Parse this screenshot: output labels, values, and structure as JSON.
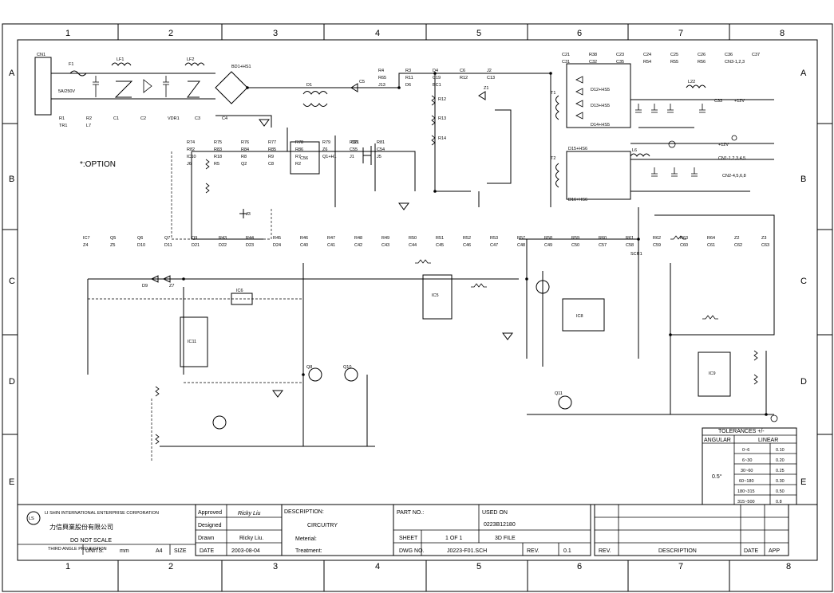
{
  "grid": {
    "columns": [
      "1",
      "2",
      "3",
      "4",
      "5",
      "6",
      "7",
      "8"
    ],
    "rows": [
      "A",
      "B",
      "C",
      "D",
      "E"
    ]
  },
  "note": "*:OPTION",
  "components": {
    "input": [
      "CN1",
      "F1",
      "5A/250V",
      "LF1",
      "LF2",
      "BD1+HS1",
      "R1",
      "R2",
      "C1",
      "C2",
      "VDR1",
      "C3",
      "C4",
      "TR1",
      "L7",
      "D1",
      "C5"
    ],
    "primary_control": [
      "R74",
      "R75",
      "R76",
      "R77",
      "R78",
      "R79",
      "R80",
      "R81",
      "R82",
      "R83",
      "R84",
      "R85",
      "R86",
      "Z6",
      "C56",
      "C55",
      "C54",
      "IC10",
      "R18",
      "C21",
      "R8",
      "R9",
      "R7",
      "Q1+H1",
      "J1",
      "J3",
      "J5",
      "J6",
      "R5",
      "Q2",
      "C8",
      "R2"
    ],
    "mid": [
      "R4",
      "R12",
      "R13",
      "R14",
      "R3",
      "Z1",
      "D4",
      "C6",
      "J2",
      "R65",
      "R11",
      "C19",
      "R12",
      "C13",
      "J13",
      "D6",
      "BC1"
    ],
    "output": [
      "C21",
      "R38",
      "D12+HS5",
      "D13+HS5",
      "D14+HS5",
      "T1",
      "T2",
      "L6",
      "L22",
      "C23",
      "C24",
      "C25",
      "C26",
      "C36",
      "C37",
      "D15+HS6",
      "D16+HS6",
      "C31",
      "C32",
      "C35",
      "R54",
      "R55",
      "R56",
      "C33",
      "+12V",
      "CN1-1,2,3,4,5",
      "+12V",
      "CN2-4,5,6,8",
      "CN3-1,2,3"
    ],
    "feedback": [
      "IC5",
      "IC6",
      "IC7",
      "IC8",
      "IC9",
      "IC11",
      "Q5",
      "Q6",
      "Q7",
      "Q8",
      "Q9",
      "Q10",
      "Q11",
      "SCR1",
      "R43",
      "R44",
      "R45",
      "R46",
      "R47",
      "R48",
      "R49",
      "R50",
      "R51",
      "R52",
      "R53",
      "R57",
      "R58",
      "R59",
      "R60",
      "R61",
      "R62",
      "R63",
      "R64",
      "Z2",
      "Z3",
      "Z4",
      "Z5",
      "Z7",
      "D9",
      "D10",
      "D11",
      "D21",
      "D22",
      "D23",
      "D24",
      "C40",
      "C41",
      "C42",
      "C43",
      "C44",
      "C45",
      "C46",
      "C47",
      "C48",
      "C49",
      "C50",
      "C57",
      "C58",
      "C59",
      "C60",
      "C61",
      "C62",
      "C63"
    ]
  },
  "tolerances": {
    "title": "TOLERANCES +/-",
    "headers": [
      "ANGULAR",
      "LINEAR"
    ],
    "angular_value": "0.5°",
    "rows": [
      [
        "0~6",
        "0.10"
      ],
      [
        "6~30",
        "0.20"
      ],
      [
        "30~60",
        "0.25"
      ],
      [
        "60~180",
        "0.30"
      ],
      [
        "180~315",
        "0.50"
      ],
      [
        "315~500",
        "0.8"
      ]
    ]
  },
  "title_block": {
    "company_en": "LI SHIN INTERNATIONAL ENTERPRISE CORPORATION",
    "company_zh": "力信興業股份有限公司",
    "third_angle": "THIRD ANGLE PROJECTION",
    "do_not_scale": "DO NOT SCALE",
    "units_label": "UNITS:",
    "units_value": "mm",
    "size_value": "A4",
    "size_label": "SIZE",
    "approved_label": "Approved",
    "approved_value": "Ricky Liu",
    "designed_label": "Designed",
    "drawn_label": "Drawn",
    "drawn_value": "Ricky Liu.",
    "date_label": "DATE",
    "date_value": "2003-08-04",
    "description_label": "DESCRIPTION:",
    "description_value": "CIRCUITRY",
    "material_label": "Meterial:",
    "treatment_label": "Treatment:",
    "part_no_label": "PART NO.:",
    "used_on_label": "USED ON",
    "used_on_value": "0223B12180",
    "sheet_label": "SHEET",
    "sheet_value": "1 OF 1",
    "file_value": "3D FILE",
    "dwg_label": "DWG NO.",
    "dwg_value": "J0223-F01.SCH",
    "rev_label": "REV.",
    "rev_value": "0.1",
    "rev_col": "REV.",
    "desc_col": "DESCRIPTION",
    "date_col": "DATE",
    "app_col": "APP"
  }
}
